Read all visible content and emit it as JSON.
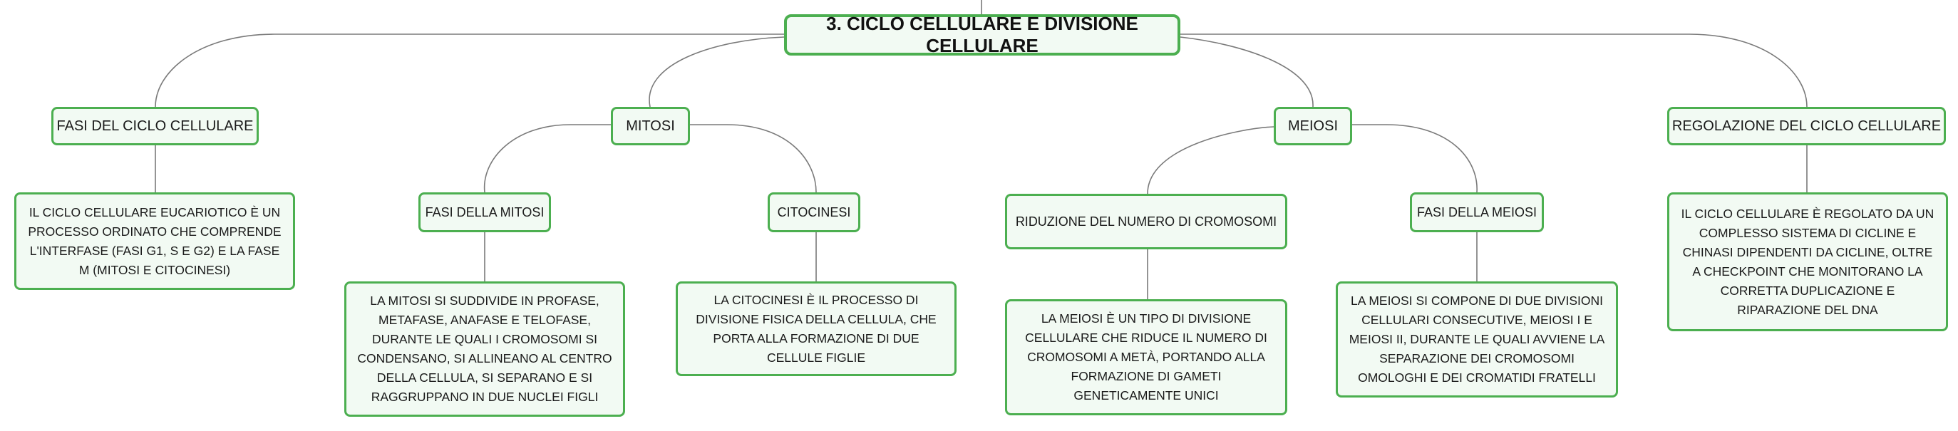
{
  "root": {
    "title": "3. CICLO CELLULARE E DIVISIONE CELLULARE"
  },
  "fasi_ciclo": {
    "label": "FASI DEL CICLO CELLULARE",
    "desc": "IL CICLO CELLULARE EUCARIOTICO È UN PROCESSO ORDINATO CHE COMPRENDE L'INTERFASE (FASI G1, S E G2) E LA FASE M (MITOSI E CITOCINESI)"
  },
  "mitosi": {
    "label": "MITOSI",
    "fasi": {
      "label": "FASI DELLA MITOSI",
      "desc": "LA MITOSI SI SUDDIVIDE IN PROFASE, METAFASE, ANAFASE E TELOFASE, DURANTE LE QUALI I CROMOSOMI SI CONDENSANO, SI ALLINEANO AL CENTRO DELLA CELLULA, SI SEPARANO E SI RAGGRUPPANO IN DUE NUCLEI FIGLI"
    },
    "citocinesi": {
      "label": "CITOCINESI",
      "desc": "LA CITOCINESI È IL PROCESSO DI DIVISIONE FISICA DELLA CELLULA, CHE PORTA ALLA FORMAZIONE DI DUE CELLULE FIGLIE"
    }
  },
  "meiosi": {
    "label": "MEIOSI",
    "riduzione": {
      "label": "RIDUZIONE DEL NUMERO DI CROMOSOMI",
      "desc": "LA MEIOSI È UN TIPO DI DIVISIONE CELLULARE CHE RIDUCE IL NUMERO DI CROMOSOMI A METÀ, PORTANDO ALLA FORMAZIONE DI GAMETI GENETICAMENTE UNICI"
    },
    "fasi": {
      "label": "FASI DELLA MEIOSI",
      "desc": "LA MEIOSI SI COMPONE DI DUE DIVISIONI CELLULARI CONSECUTIVE, MEIOSI I E MEIOSI II, DURANTE LE QUALI AVVIENE LA SEPARAZIONE DEI CROMOSOMI OMOLOGHI E DEI CROMATIDI FRATELLI"
    }
  },
  "regolazione": {
    "label": "REGOLAZIONE DEL CICLO CELLULARE",
    "desc": "IL CICLO CELLULARE È REGOLATO DA UN COMPLESSO SISTEMA DI CICLINE E CHINASI DIPENDENTI DA CICLINE, OLTRE A CHECKPOINT CHE MONITORANO LA CORRETTA DUPLICAZIONE E RIPARAZIONE DEL DNA"
  }
}
